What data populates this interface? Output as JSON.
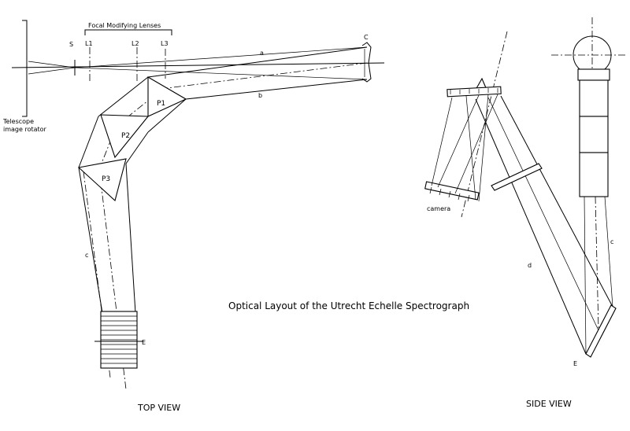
{
  "labels": {
    "focal_modifying_lenses": "Focal Modifying Lenses",
    "s": "S",
    "l1": "L1",
    "l2": "L2",
    "l3": "L3",
    "c_top": "C",
    "a": "a",
    "b": "b",
    "telescope": "Telescope",
    "image_rotator": "image rotator",
    "p1": "P1",
    "p2": "P2",
    "p3": "P3",
    "c_lower": "c",
    "e_top": "E",
    "camera": "camera",
    "d": "d",
    "c_side": "c",
    "e_side": "E"
  },
  "title": "Optical Layout of the Utrecht Echelle Spectrograph",
  "top_view": "TOP VIEW",
  "side_view": "SIDE VIEW"
}
